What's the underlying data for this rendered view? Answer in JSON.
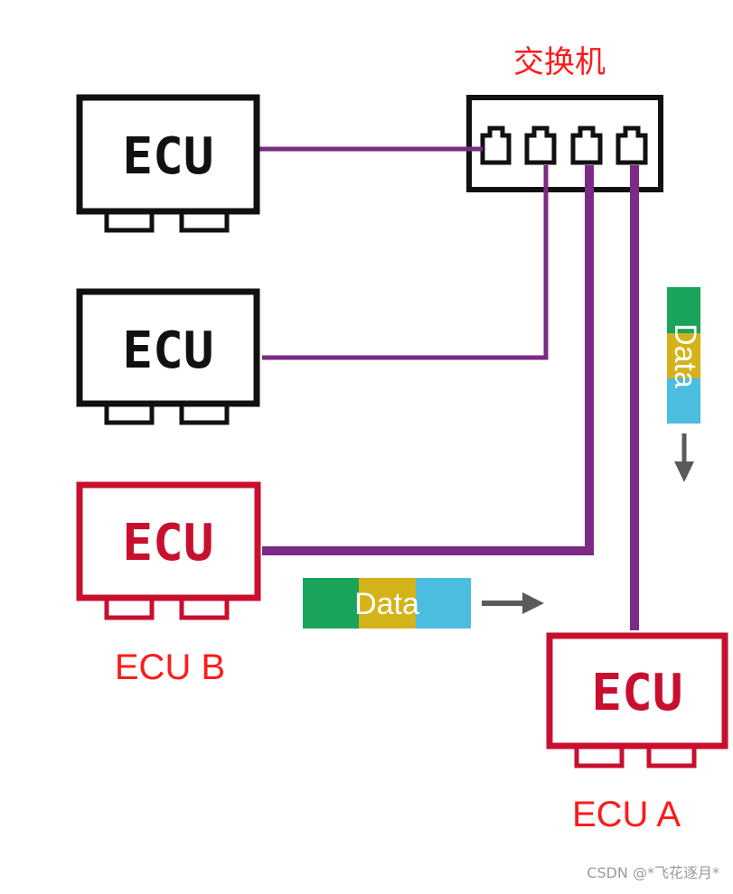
{
  "switch": {
    "title": "交换机",
    "ports": 4
  },
  "ecus": [
    {
      "label": "ECU",
      "caption": "",
      "color": "#111111"
    },
    {
      "label": "ECU",
      "caption": "",
      "color": "#111111"
    },
    {
      "label": "ECU",
      "caption": "ECU B",
      "color": "#c8102e"
    },
    {
      "label": "ECU",
      "caption": "ECU A",
      "color": "#c8102e"
    }
  ],
  "packets": [
    {
      "text": "Data",
      "direction": "right",
      "colors": [
        "#1aa35a",
        "#d4b21a",
        "#4bbde0"
      ]
    },
    {
      "text": "Data",
      "direction": "down",
      "colors": [
        "#1aa35a",
        "#d4b21a",
        "#4bbde0"
      ]
    }
  ],
  "wire_color": "#7b2a86",
  "watermark": "CSDN @*飞花逐月*"
}
